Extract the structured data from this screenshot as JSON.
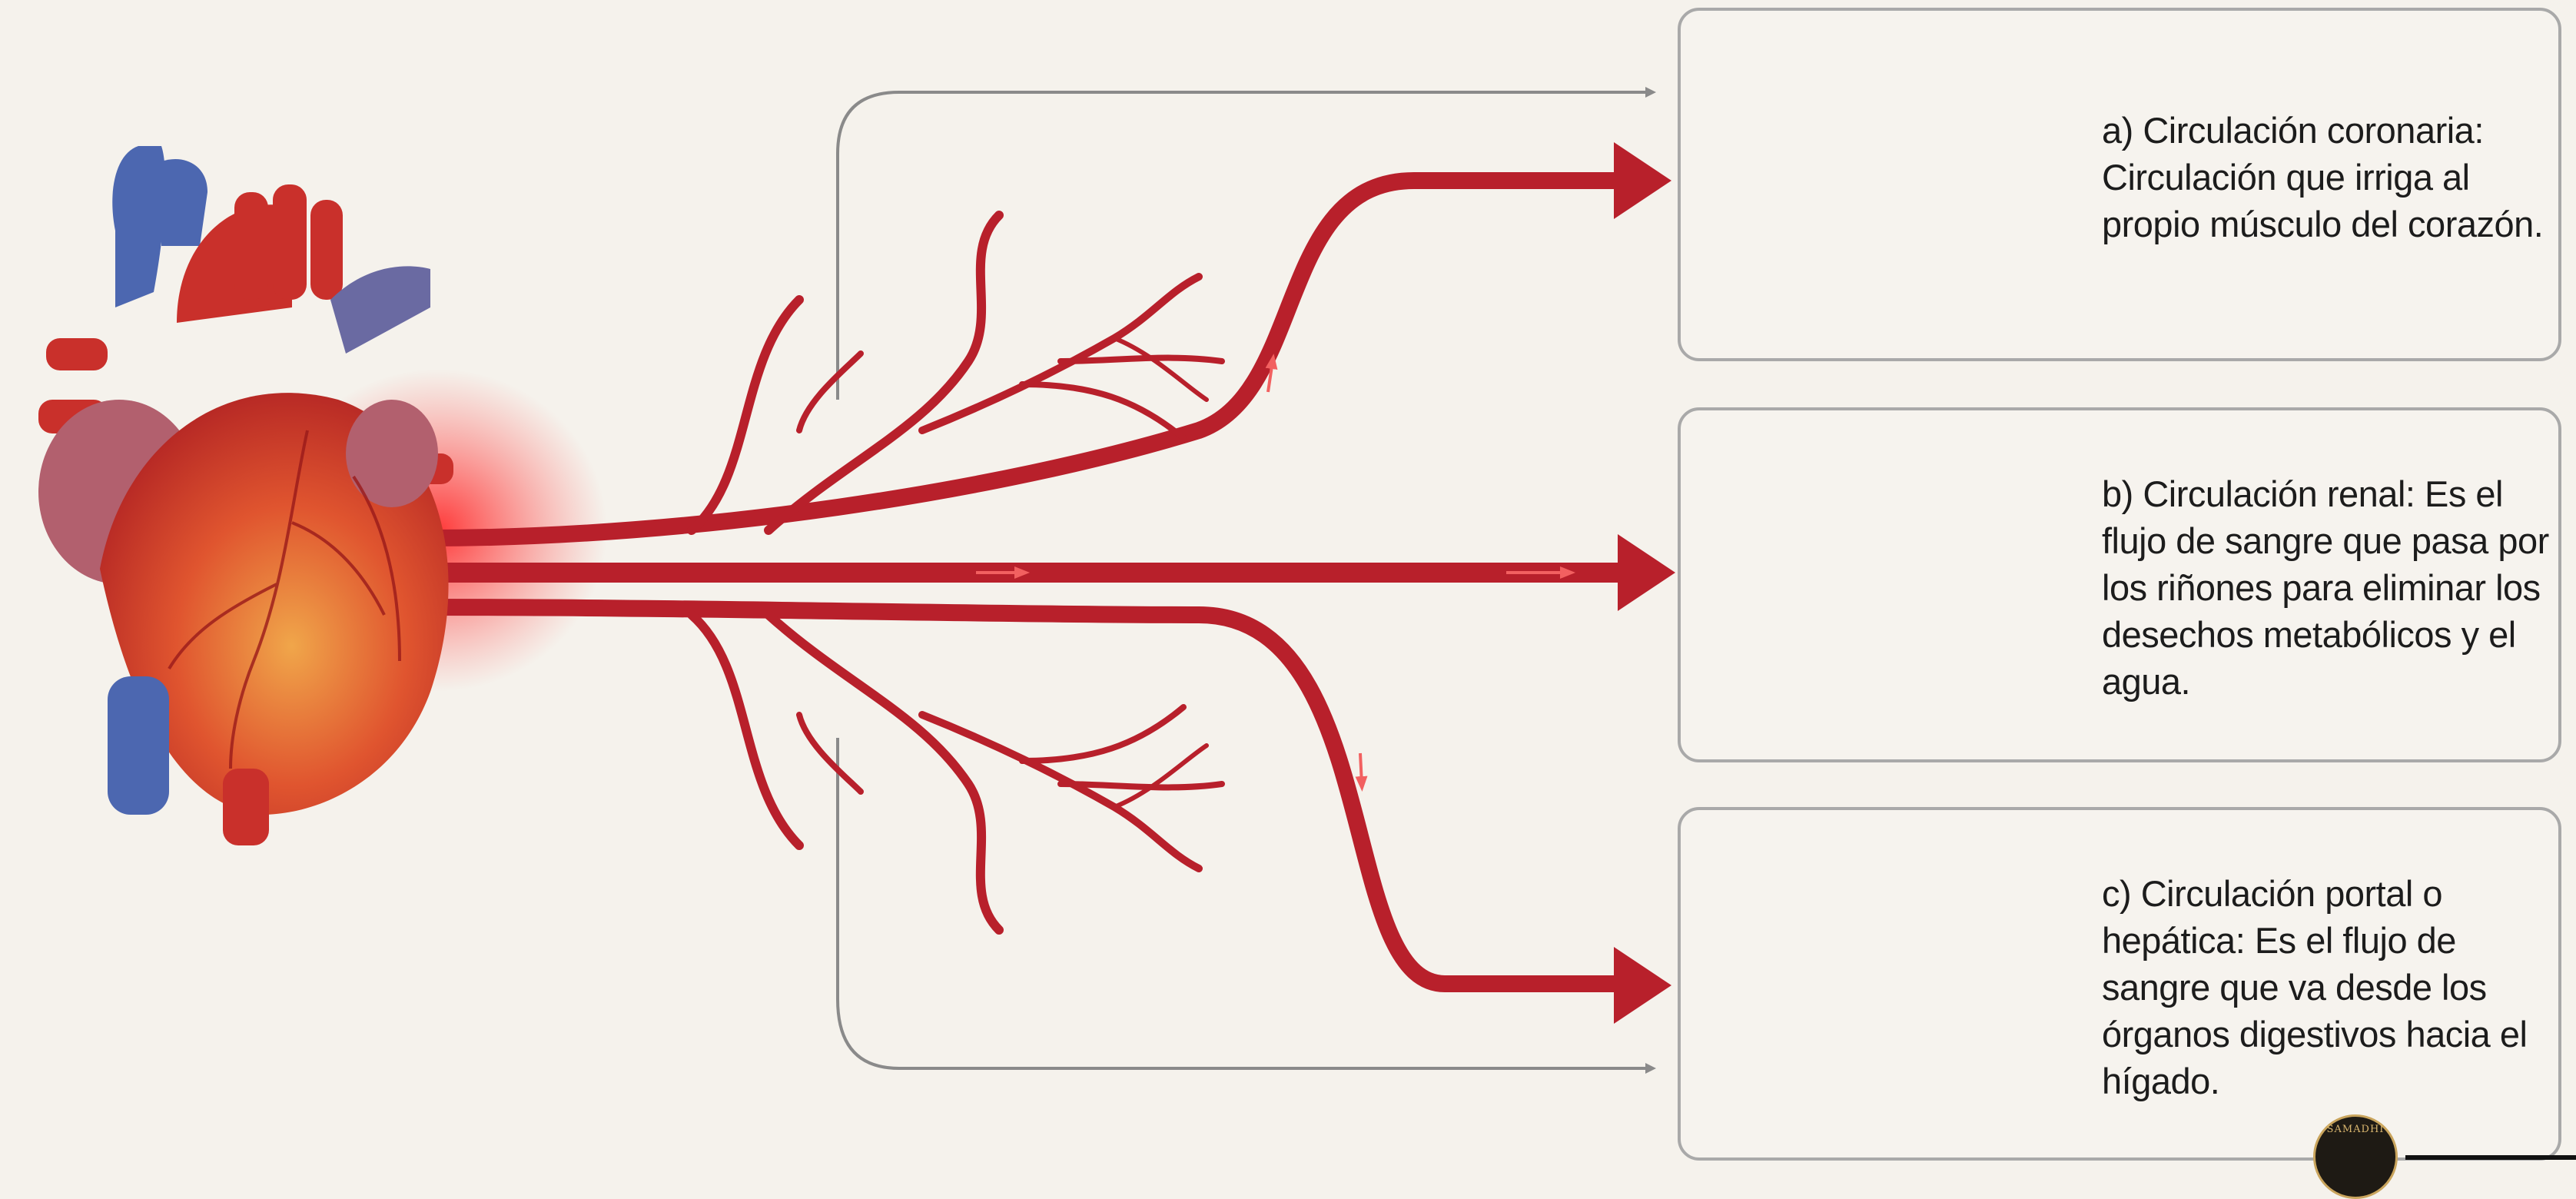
{
  "colors": {
    "background": "#f5f2ec",
    "artery": "#b8202b",
    "artery_dark": "#951820",
    "vein": "#4c67b0",
    "connector_gray": "#8a8a8a",
    "panel_border": "#a9a9a9",
    "text": "#1c1c1c"
  },
  "circulations": [
    {
      "id": "a",
      "title": "a) Circulación coronaria:",
      "description": "Circulación que irriga al propio músculo del corazón.",
      "icon": "heart-icon"
    },
    {
      "id": "b",
      "title": "b) Circulación renal:",
      "description": "Es el flujo de sangre que pasa por los riñones para eliminar los desechos metabólicos y el agua.",
      "icon": "kidneys-icon"
    },
    {
      "id": "c",
      "title": "c) Circulación portal o hepática:",
      "description": "Es el flujo de sangre que va desde los órganos digestivos hacia el hígado.",
      "icon": "liver-digestive-icon"
    }
  ],
  "logo": {
    "text": "SAMADHI",
    "icon": "samadhi-logo-icon"
  }
}
